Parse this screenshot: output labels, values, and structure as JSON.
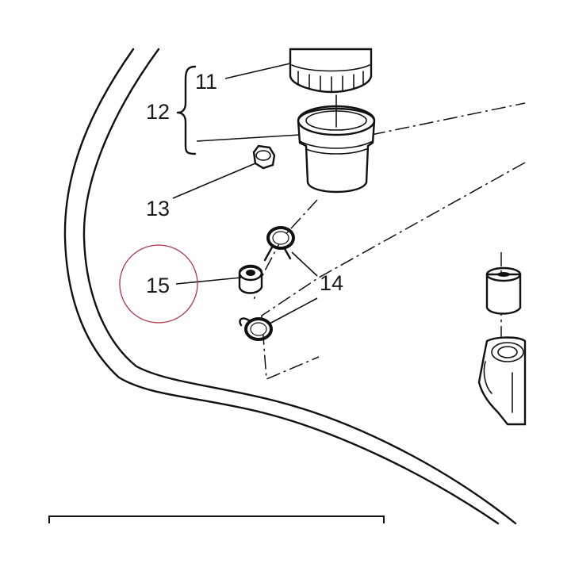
{
  "diagram": {
    "callouts": {
      "c11": "11",
      "c12": "12",
      "c13": "13",
      "c14": "14",
      "c15": "15"
    },
    "highlight_color": "#b0304a",
    "line_color": "#111111"
  }
}
